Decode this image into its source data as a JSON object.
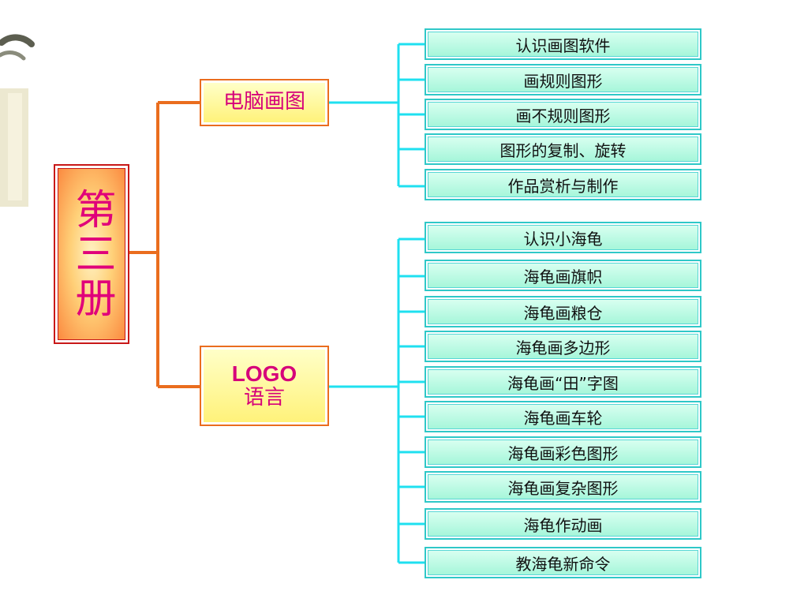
{
  "root": {
    "label": "第三册"
  },
  "branches": [
    {
      "label": "电脑画图",
      "items": [
        "认识画图软件",
        "画规则图形",
        "画不规则图形",
        "图形的复制、旋转",
        "作品赏析与制作"
      ]
    },
    {
      "label_line1": "LOGO",
      "label_line2": "语言",
      "items": [
        "认识小海龟",
        "海龟画旗帜",
        "海龟画粮仓",
        "海龟画多边形",
        "海龟画“田”字图",
        "海龟画车轮",
        "海龟画彩色图形",
        "海龟画复杂图形",
        "海龟作动画",
        "教海龟新命令"
      ]
    }
  ],
  "colors": {
    "root_text": "#e0007a",
    "root_border": "#c81818",
    "orange_connector": "#ea6d1e",
    "cyan_connector": "#1fe0f0",
    "leaf_fill": "#a6f6da",
    "branch_fill": "#fff27a"
  }
}
